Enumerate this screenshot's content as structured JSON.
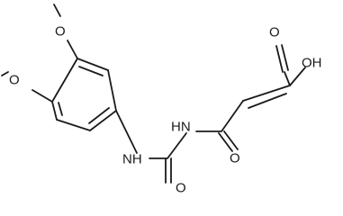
{
  "structure": {
    "labels": {
      "o_upper_methoxy": "O",
      "o_lower_methoxy": "O",
      "nh_aryl": "NH",
      "o_urea": "O",
      "nh_imide": "HN",
      "o_amide": "O",
      "o_acid_carbonyl": "O",
      "oh_acid": "OH"
    }
  }
}
